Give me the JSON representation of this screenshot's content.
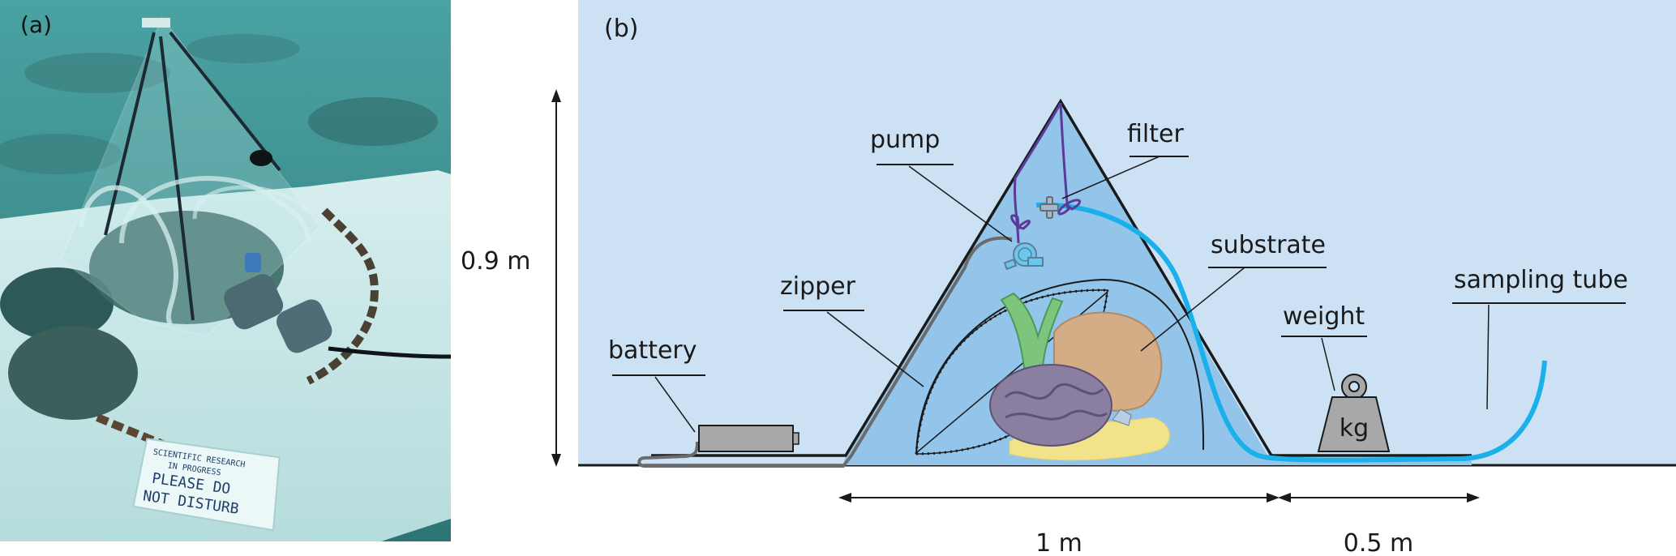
{
  "panels": {
    "a": {
      "label": "(a)",
      "description": "Underwater photo of the benthic chamber deployed on the seafloor",
      "sign": {
        "line1": "SCIENTIFIC RESEARCH",
        "line2": "IN PROGRESS",
        "line3": "PLEASE DO",
        "line4": "NOT DISTURB"
      }
    },
    "b": {
      "label": "(b)",
      "description": "Schematic of the benthic chamber",
      "labels": {
        "pump": "pump",
        "filter": "filter",
        "zipper": "zipper",
        "substrate": "substrate",
        "battery": "battery",
        "weight": "weight",
        "weight_unit": "kg",
        "sampling_tube": "sampling tube"
      },
      "dimensions": {
        "height": "0.9 m",
        "base_width": "1 m",
        "tube_length": "0.5 m"
      }
    }
  },
  "colors": {
    "background_panel": "#cce1f4",
    "chamber_fill": "#93c4ea",
    "tube": "#1ab0ea",
    "string": "#5b3a9a",
    "cable": "#6b6b6b",
    "equipment_gray": "#a7a8aa",
    "outline": "#1a1a1a",
    "seawater_photo": "#3f8f91"
  }
}
